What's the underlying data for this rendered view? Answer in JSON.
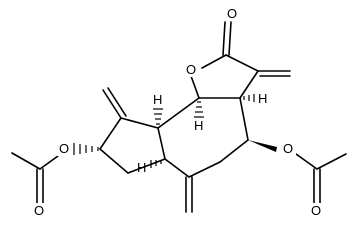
{
  "molecule": {
    "atoms": {
      "carbonyl_o": "O",
      "ring_o": "O",
      "acetoxy_left_o": "O",
      "acetoxy_right_o": "O",
      "acetyl_left_o": "O",
      "acetyl_right_o": "O"
    },
    "stereo_h": {
      "h_8a": "H",
      "h_9a": "H",
      "h_3a": "H",
      "h_6a": "H"
    }
  }
}
